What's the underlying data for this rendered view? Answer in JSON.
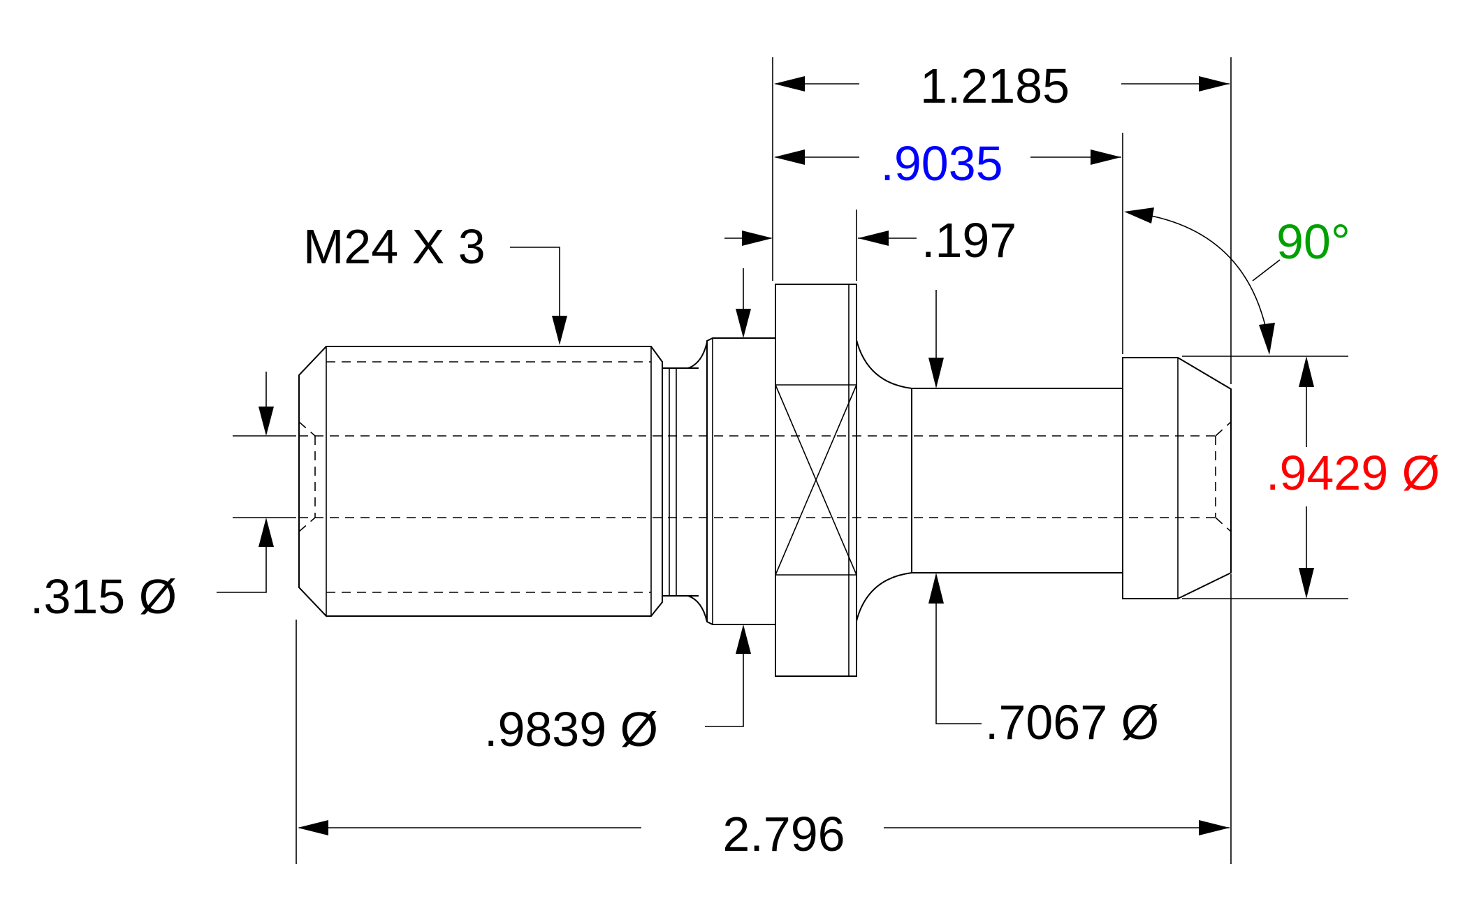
{
  "colors": {
    "line": "#000000",
    "blue": "#0000ff",
    "green": "#00a000",
    "red": "#ff0000"
  },
  "dimensions": {
    "overall_top": "1.2185",
    "blue_length": ".9035",
    "flange_width": ".197",
    "angle": "90°",
    "thread": "M24 X 3",
    "red_diameter": ".9429 Ø",
    "bore_diameter": ".315 Ø",
    "collar_diameter": ".9839 Ø",
    "shank_diameter": ".7067 Ø",
    "overall_length": "2.796"
  }
}
